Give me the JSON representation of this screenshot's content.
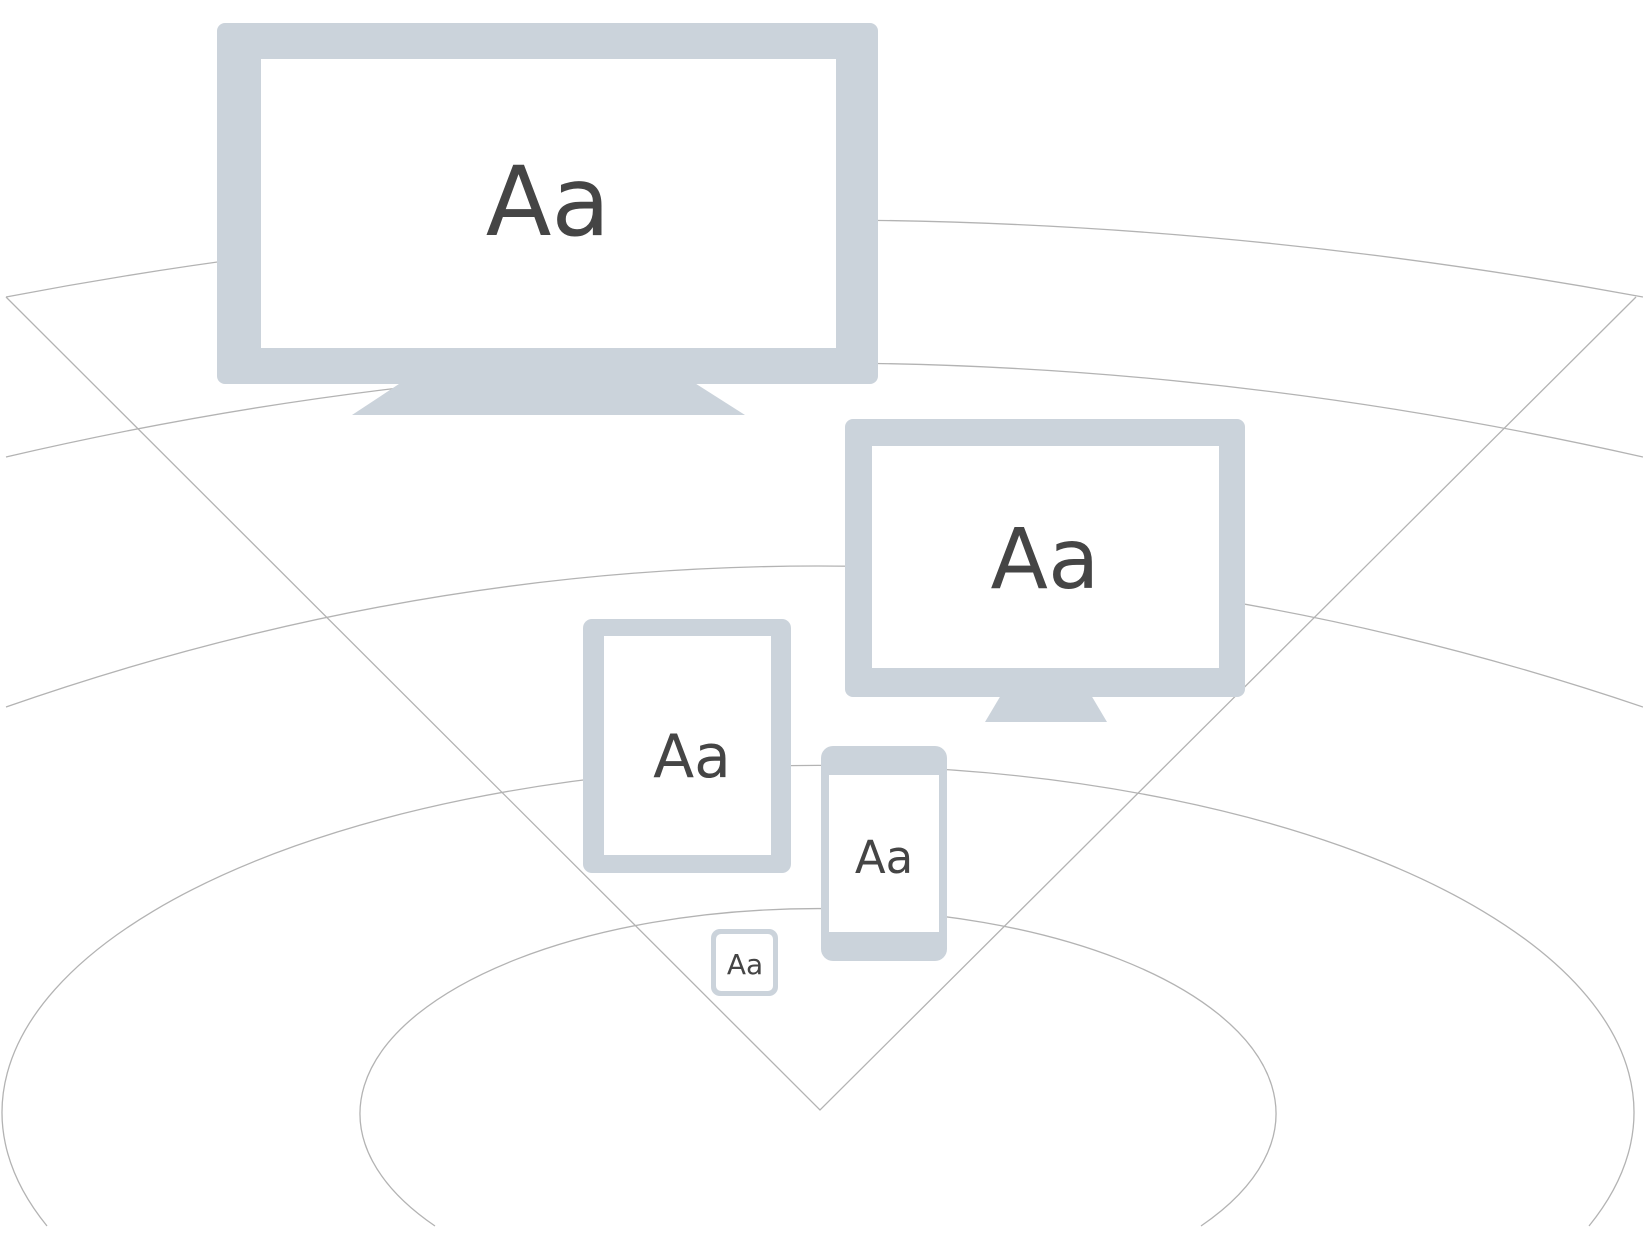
{
  "colors": {
    "device_frame": "#cbd3db",
    "screen": "#ffffff",
    "guide_lines": "#b3b3b3",
    "sample_text": "#454545"
  },
  "devices": [
    {
      "id": "tv",
      "icon": "television-icon",
      "sample_text": "Aa"
    },
    {
      "id": "desktop",
      "icon": "desktop-monitor-icon",
      "sample_text": "Aa"
    },
    {
      "id": "tablet",
      "icon": "tablet-icon",
      "sample_text": "Aa"
    },
    {
      "id": "phone",
      "icon": "phone-icon",
      "sample_text": "Aa"
    },
    {
      "id": "watch",
      "icon": "watch-icon",
      "sample_text": "Aa"
    }
  ]
}
